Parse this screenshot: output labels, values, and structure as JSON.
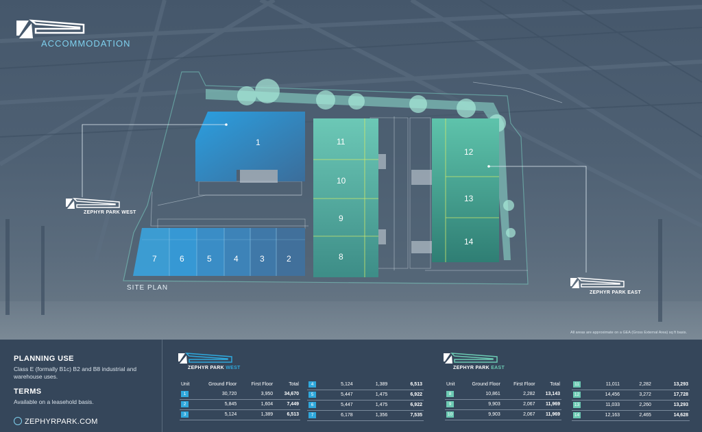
{
  "header": {
    "title": "ACCOMMODATION"
  },
  "site_plan_label": "SITE PLAN",
  "footnote": "All areas are approximate on a GEA (Gross External Area) sq ft basis.",
  "brand": {
    "logo_icon": "zephyr-logo-icon",
    "west_label": "ZEPHYR PARK WEST",
    "east_label": "ZEPHYR PARK EAST",
    "west_prefix": "ZEPHYR PARK ",
    "west_suffix": "WEST",
    "east_prefix": "ZEPHYR PARK ",
    "east_suffix": "EAST"
  },
  "colors": {
    "west": "#2fa8dc",
    "east": "#6ccab3",
    "accent": "#7fd0ee",
    "background": "#35465a"
  },
  "map_units": {
    "west": [
      "1",
      "2",
      "3",
      "4",
      "5",
      "6",
      "7"
    ],
    "middle": [
      "11",
      "10",
      "9",
      "8"
    ],
    "east": [
      "12",
      "13",
      "14"
    ]
  },
  "planning": {
    "heading": "PLANNING USE",
    "text": "Class E (formally B1c) B2 and B8 industrial and warehouse uses."
  },
  "terms": {
    "heading": "TERMS",
    "text": "Available on a leasehold basis."
  },
  "website": "ZEPHYRPARK.COM",
  "tables": {
    "headers": {
      "unit": "Unit",
      "ground": "Ground Floor",
      "first": "First Floor",
      "total": "Total"
    },
    "west_a": [
      {
        "unit": "1",
        "ground": "30,720",
        "first": "3,950",
        "total": "34,670"
      },
      {
        "unit": "2",
        "ground": "5,845",
        "first": "1,604",
        "total": "7,449"
      },
      {
        "unit": "3",
        "ground": "5,124",
        "first": "1,389",
        "total": "6,513"
      }
    ],
    "west_b": [
      {
        "unit": "4",
        "ground": "5,124",
        "first": "1,389",
        "total": "6,513"
      },
      {
        "unit": "5",
        "ground": "5,447",
        "first": "1,475",
        "total": "6,922"
      },
      {
        "unit": "6",
        "ground": "5,447",
        "first": "1,475",
        "total": "6,922"
      },
      {
        "unit": "7",
        "ground": "6,178",
        "first": "1,356",
        "total": "7,535"
      }
    ],
    "east_a": [
      {
        "unit": "8",
        "ground": "10,861",
        "first": "2,282",
        "total": "13,143"
      },
      {
        "unit": "9",
        "ground": "9,903",
        "first": "2,067",
        "total": "11,969"
      },
      {
        "unit": "10",
        "ground": "9,903",
        "first": "2,067",
        "total": "11,969"
      }
    ],
    "east_b": [
      {
        "unit": "11",
        "ground": "11,011",
        "first": "2,282",
        "total": "13,293"
      },
      {
        "unit": "12",
        "ground": "14,456",
        "first": "3,272",
        "total": "17,728"
      },
      {
        "unit": "13",
        "ground": "11,033",
        "first": "2,260",
        "total": "13,293"
      },
      {
        "unit": "14",
        "ground": "12,163",
        "first": "2,465",
        "total": "14,628"
      }
    ]
  }
}
